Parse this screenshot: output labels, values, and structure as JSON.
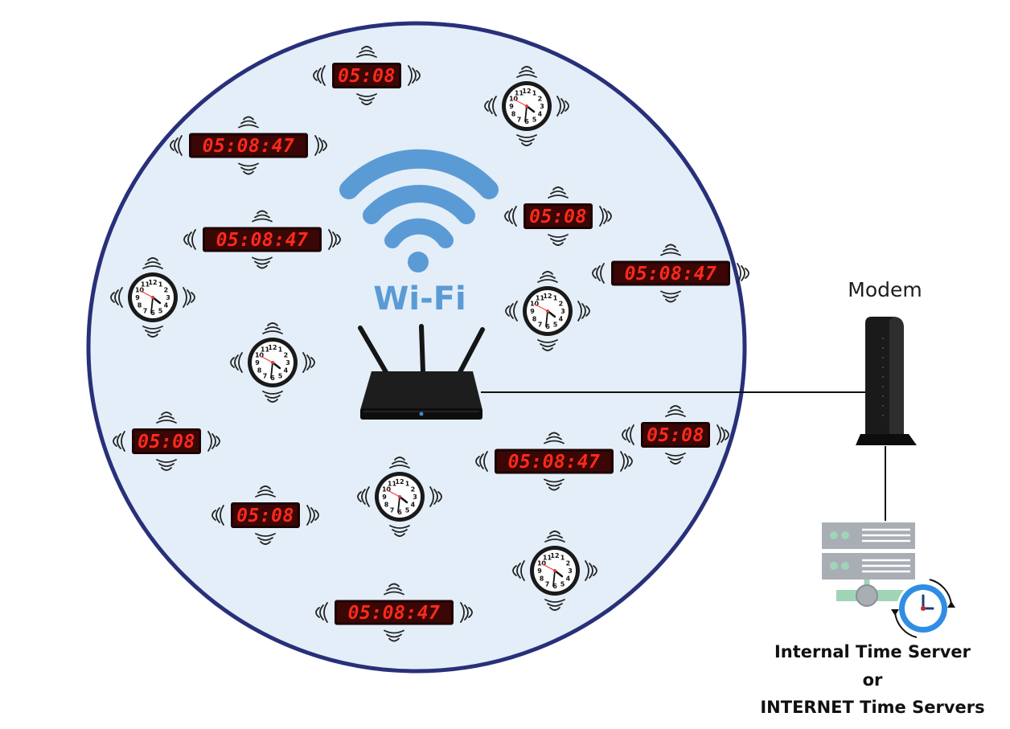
{
  "wifi_label": "Wi-Fi",
  "modem_label": "Modem",
  "server_label": {
    "line1": "Internal Time Server",
    "line2": "or",
    "line3": "INTERNET Time Servers"
  },
  "clock_numerals": [
    "12",
    "1",
    "2",
    "3",
    "4",
    "5",
    "6",
    "7",
    "8",
    "9",
    "10",
    "11"
  ],
  "devices": [
    {
      "kind": "digital4",
      "text": "05:08"
    },
    {
      "kind": "analog"
    },
    {
      "kind": "digital6",
      "text": "05:08:47"
    },
    {
      "kind": "digital4",
      "text": "05:08"
    },
    {
      "kind": "digital6",
      "text": "05:08:47"
    },
    {
      "kind": "digital6",
      "text": "05:08:47"
    },
    {
      "kind": "analog"
    },
    {
      "kind": "analog"
    },
    {
      "kind": "analog"
    },
    {
      "kind": "digital4",
      "text": "05:08"
    },
    {
      "kind": "digital4",
      "text": "05:08"
    },
    {
      "kind": "digital6",
      "text": "05:08:47"
    },
    {
      "kind": "digital4",
      "text": "05:08"
    },
    {
      "kind": "analog"
    },
    {
      "kind": "analog"
    },
    {
      "kind": "digital6",
      "text": "05:08:47"
    }
  ],
  "colors": {
    "area_fill": "#e3eef8",
    "area_border": "#28307a",
    "wifi_blue": "#5b9bd5",
    "led_red": "#ff2a1a",
    "led_bg": "#3a0606",
    "server_gray": "#a9aeb5",
    "server_green": "#9fd5b6",
    "clock_blue": "#2f8de4"
  }
}
